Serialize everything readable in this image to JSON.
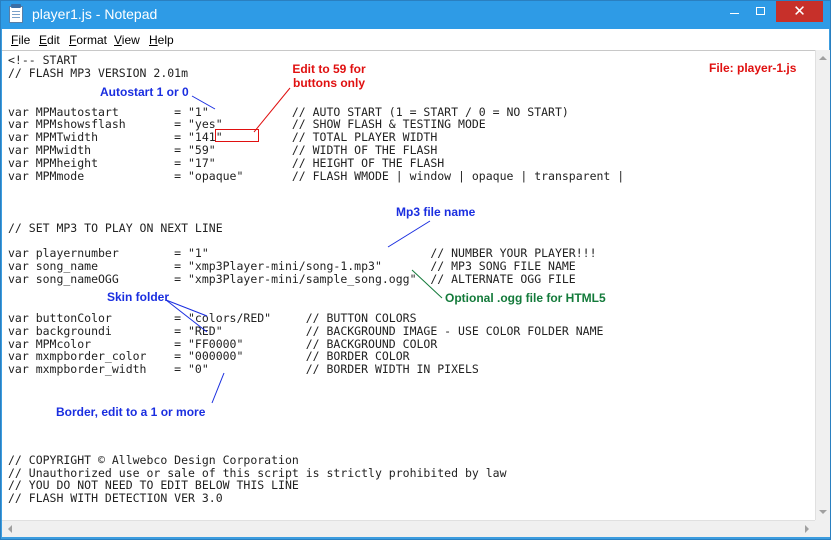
{
  "window": {
    "title": "player1.js - Notepad",
    "minimize_glyph": "",
    "maximize_glyph": "",
    "close_glyph": "✕",
    "icon": "notepad-icon",
    "close_color": "#c7302a",
    "titlebar_color": "#2e9be6"
  },
  "menu": {
    "items": [
      {
        "label": "File"
      },
      {
        "label": "Edit"
      },
      {
        "label": "Format"
      },
      {
        "label": "View"
      },
      {
        "label": "Help"
      }
    ]
  },
  "code_lines": [
    "<!-- START",
    "// FLASH MP3 VERSION 2.01m",
    "",
    "",
    "var MPMautostart        = \"1\"            // AUTO START (1 = START / 0 = NO START)",
    "var MPMshowsflash       = \"yes\"          // SHOW FLASH & TESTING MODE",
    "var MPMTwidth           = \"141\"          // TOTAL PLAYER WIDTH",
    "var MPMwidth            = \"59\"           // WIDTH OF THE FLASH",
    "var MPMheight           = \"17\"           // HEIGHT OF THE FLASH",
    "var MPMmode             = \"opaque\"       // FLASH WMODE | window | opaque | transparent |",
    "",
    "",
    "",
    "// SET MP3 TO PLAY ON NEXT LINE",
    "",
    "var playernumber        = \"1\"                                // NUMBER YOUR PLAYER!!!",
    "var song_name           = \"xmp3Player-mini/song-1.mp3\"       // MP3 SONG FILE NAME",
    "var song_nameOGG        = \"xmp3Player-mini/sample_song.ogg\"  // ALTERNATE OGG FILE",
    "",
    "",
    "var buttonColor         = \"colors/RED\"     // BUTTON COLORS",
    "var backgroundi         = \"RED\"            // BACKGROUND IMAGE - USE COLOR FOLDER NAME",
    "var MPMcolor            = \"FF0000\"         // BACKGROUND COLOR",
    "var mxmpborder_color    = \"000000\"         // BORDER COLOR",
    "var mxmpborder_width    = \"0\"              // BORDER WIDTH IN PIXELS",
    "",
    "",
    "",
    "",
    "",
    "",
    "// COPYRIGHT © Allwebco Design Corporation",
    "// Unauthorized use or sale of this script is strictly prohibited by law",
    "// YOU DO NOT NEED TO EDIT BELOW THIS LINE",
    "// FLASH WITH DETECTION VER 3.0"
  ],
  "annotations": {
    "file_label": "File: player-1.js",
    "edit_59_line1": "Edit to 59 for",
    "edit_59_line2": "buttons only",
    "autostart": "Autostart 1 or 0",
    "mp3_file": "Mp3 file name",
    "ogg_file": "Optional .ogg file for HTML5",
    "skin_folder": "Skin folder",
    "border": "Border, edit to a 1 or more"
  },
  "colors": {
    "red_annotation": "#e01010",
    "blue_annotation": "#1a2ee0",
    "green_annotation": "#137a3a"
  }
}
